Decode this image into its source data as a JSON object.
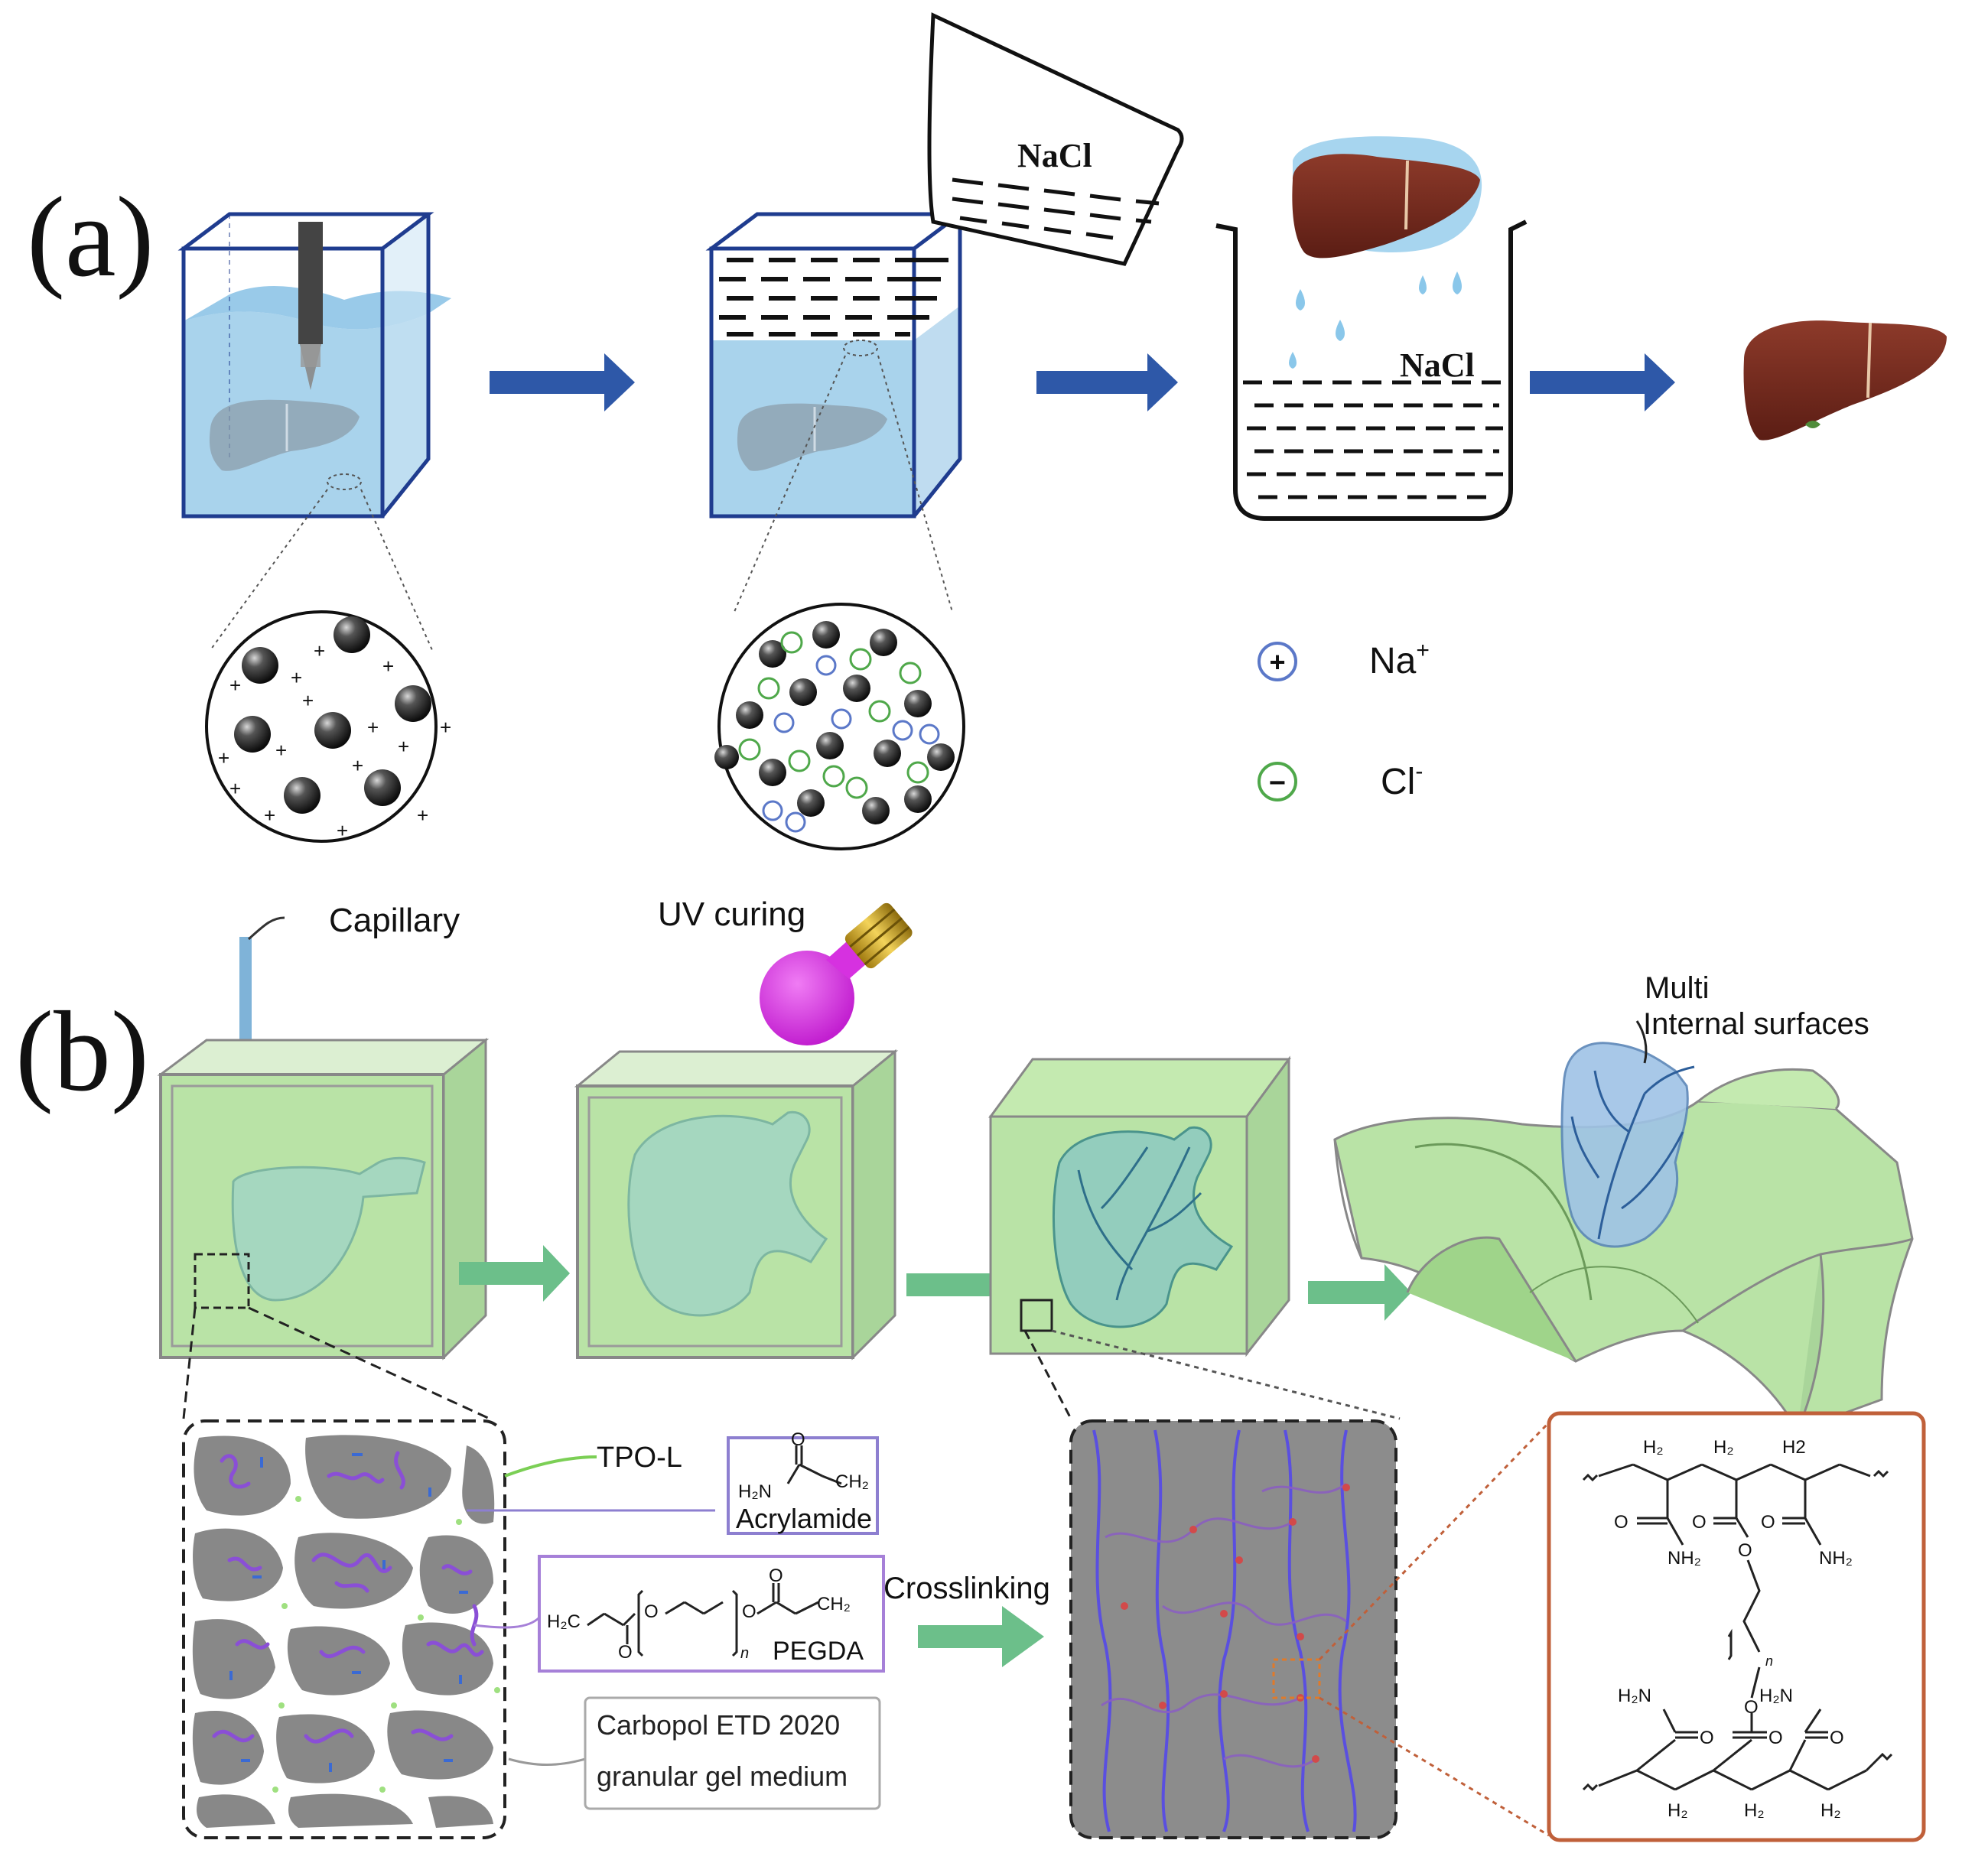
{
  "panel_a": {
    "label": "(a)",
    "beaker_top_label": "NaCl",
    "beaker_label": "NaCl",
    "legend": {
      "plus_symbol": "+",
      "minus_symbol": "−",
      "na_label": "Na",
      "na_charge": "+",
      "cl_label": "Cl",
      "cl_charge": "-"
    },
    "colors": {
      "tank_water": "#a9d3ec",
      "tank_border": "#1f3c8f",
      "arrow": "#2e58a8",
      "liver": "#7a2a1f"
    }
  },
  "panel_b": {
    "label": "(b)",
    "capillary_label": "Capillary",
    "uv_label": "UV curing",
    "multi_surfaces_line1": "Multi",
    "multi_surfaces_line2": "Internal surfaces",
    "tpo_label": "TPO-L",
    "acrylamide_label": "Acrylamide",
    "pegda_label": "PEGDA",
    "carbopol_line1": "Carbopol ETD 2020",
    "carbopol_line2": "granular gel medium",
    "crosslinking_label": "Crosslinking",
    "chem": {
      "acryl_o": "O",
      "acryl_nh2": "H₂N",
      "acryl_ch2": "CH₂",
      "peg_h2c": "H₂C",
      "peg_ch2": "CH₂",
      "peg_o1": "O",
      "peg_o2": "O",
      "peg_o3": "O",
      "peg_o4": "O",
      "peg_n": "n",
      "net_h2_a": "H₂",
      "net_h2_b": "H₂",
      "net_h2_c": "H2",
      "net_o1": "O",
      "net_o2": "O",
      "net_o3": "O",
      "net_nh2_a": "NH₂",
      "net_nh2_b": "NH₂",
      "net_o_mid": "O",
      "net_n": "n",
      "net_o_mid2": "O",
      "net_h2n_a": "H₂N",
      "net_h2n_b": "H₂N",
      "net_o4": "O",
      "net_o5": "O",
      "net_o6": "O",
      "net_h2_d": "H₂",
      "net_h2_e": "H₂",
      "net_h2_f": "H₂"
    },
    "colors": {
      "gel_green": "#b9e3a6",
      "arrow_green": "#6cbf8a",
      "purple": "#8a4fd6",
      "uv_bulb": "#d631e0",
      "zoom_border": "#c0603a"
    }
  }
}
